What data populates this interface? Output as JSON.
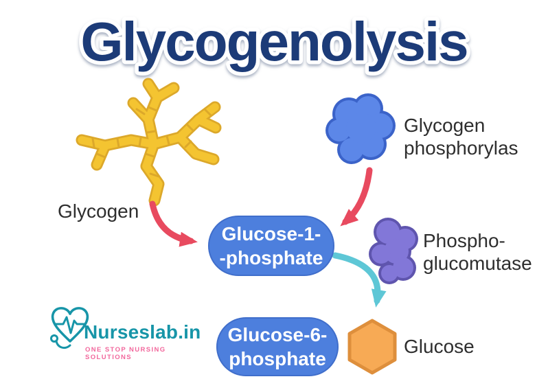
{
  "title": "Glycogenolysis",
  "diagram": {
    "glycogen_label": "Glycogen",
    "enzyme1": {
      "line1": "Glycogen",
      "line2": "phosphorylas"
    },
    "enzyme2": {
      "line1": "Phospho-",
      "line2": "glucomutase"
    },
    "box1": {
      "line1": "Glucose-1-",
      "line2": "-phosphate"
    },
    "box2": {
      "line1": "Glucose-6-",
      "line2": "phosphate"
    },
    "glucose_label": "Glucose"
  },
  "logo": {
    "name": "Nurseslab.in",
    "tagline": "ONE STOP NURSING SOLUTIONS"
  },
  "colors": {
    "title_navy": "#1d3a78",
    "box_blue": "#4d7fdd",
    "blob_blue_fill": "#5c87e8",
    "blob_blue_edge": "#3b63c9",
    "blob_purple_fill": "#8277d8",
    "blob_purple_edge": "#5f55ae",
    "arrow_red": "#e84a5f",
    "arrow_teal": "#5ec7d6",
    "hexagon_orange": "#f7aa55",
    "hexagon_edge": "#de8f3c",
    "branch_gold": "#f4c431",
    "branch_gold_edge": "#dca82a",
    "logo_teal": "#1795a8",
    "tagline_pink": "#f2679c"
  }
}
